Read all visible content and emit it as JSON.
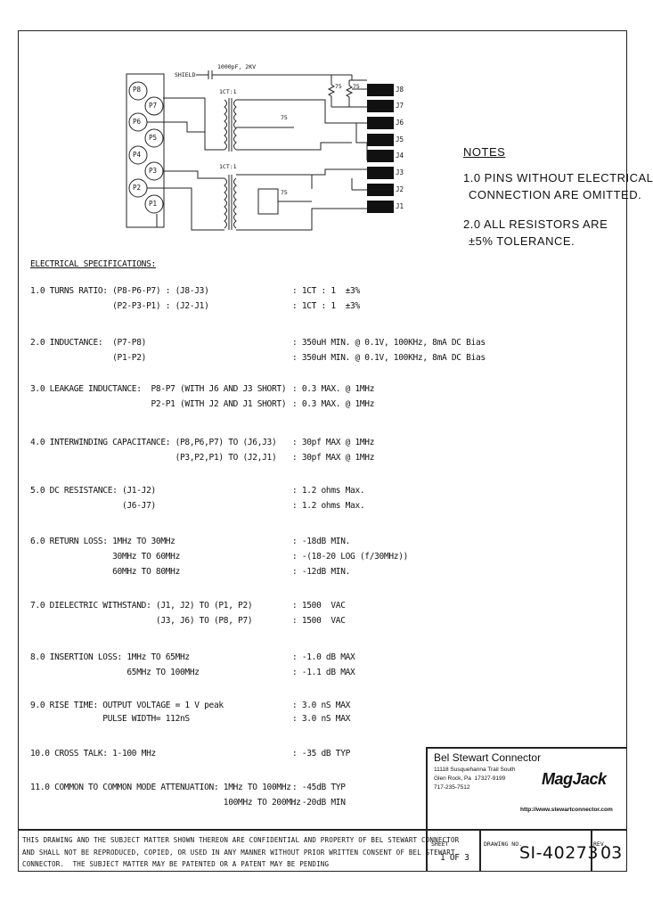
{
  "schematic": {
    "left_pins": [
      "P8",
      "P7",
      "P6",
      "P5",
      "P4",
      "P3",
      "P2",
      "P1"
    ],
    "right_pins": [
      "J8",
      "J7",
      "J6",
      "J5",
      "J4",
      "J3",
      "J2",
      "J1"
    ],
    "shield_label": "SHIELD",
    "cap_label": "1000pF, 2KV",
    "ratio_upper": "1CT:1",
    "ratio_lower": "1CT:1",
    "r75": "75"
  },
  "notes": {
    "title": "NOTES",
    "line1": "1.0 PINS WITHOUT ELECTRICAL",
    "line1b": "CONNECTION ARE OMITTED.",
    "line2": "2.0 ALL RESISTORS ARE",
    "line2b": "±5% TOLERANCE."
  },
  "specs": {
    "heading": "ELECTRICAL SPECIFICATIONS:",
    "rows": [
      {
        "l": "1.0 TURNS RATIO: (P8-P6-P7) : (J8-J3)",
        "v": ": 1CT : 1  ±3%"
      },
      {
        "l": "                 (P2-P3-P1) : (J2-J1)",
        "v": ": 1CT : 1  ±3%"
      },
      {
        "l": "2.0 INDUCTANCE:  (P7-P8)",
        "v": ": 350uH MIN. @ 0.1V, 100KHz, 8mA DC Bias"
      },
      {
        "l": "                 (P1-P2)",
        "v": ": 350uH MIN. @ 0.1V, 100KHz, 8mA DC Bias"
      },
      {
        "l": "3.0 LEAKAGE INDUCTANCE:  P8-P7 (WITH J6 AND J3 SHORT)",
        "v": ": 0.3 MAX. @ 1MHz"
      },
      {
        "l": "                         P2-P1 (WITH J2 AND J1 SHORT)",
        "v": ": 0.3 MAX. @ 1MHz"
      },
      {
        "l": "4.0 INTERWINDING CAPACITANCE: (P8,P6,P7) TO (J6,J3)",
        "v": ": 30pf MAX @ 1MHz"
      },
      {
        "l": "                              (P3,P2,P1) TO (J2,J1)",
        "v": ": 30pf MAX @ 1MHz"
      },
      {
        "l": "5.0 DC RESISTANCE: (J1-J2)",
        "v": ": 1.2 ohms Max."
      },
      {
        "l": "                   (J6-J7)",
        "v": ": 1.2 ohms Max."
      },
      {
        "l": "6.0 RETURN LOSS: 1MHz TO 30MHz",
        "v": ": -18dB MIN."
      },
      {
        "l": "                 30MHz TO 60MHz",
        "v": ": -(18-20 LOG (f/30MHz))"
      },
      {
        "l": "                 60MHz TO 80MHz",
        "v": ": -12dB MIN."
      },
      {
        "l": "7.0 DIELECTRIC WITHSTAND: (J1, J2) TO (P1, P2)",
        "v": ": 1500  VAC"
      },
      {
        "l": "                          (J3, J6) TO (P8, P7)",
        "v": ": 1500  VAC"
      },
      {
        "l": "8.0 INSERTION LOSS: 1MHz TO 65MHz",
        "v": ": -1.0 dB MAX"
      },
      {
        "l": "                    65MHz TO 100MHz",
        "v": ": -1.1 dB MAX"
      },
      {
        "l": "9.0 RISE TIME: OUTPUT VOLTAGE = 1 V peak",
        "v": ": 3.0 nS MAX"
      },
      {
        "l": "               PULSE WIDTH= 112nS",
        "v": ": 3.0 nS MAX"
      },
      {
        "l": "10.0 CROSS TALK: 1-100 MHz",
        "v": ": -35 dB TYP"
      },
      {
        "l": "11.0 COMMON TO COMMON MODE ATTENUATION: 1MHz TO 100MHz",
        "v": ": -45dB TYP"
      },
      {
        "l": "                                        100MHz TO 200MHz",
        "v": ": -20dB MIN"
      }
    ]
  },
  "company": {
    "name": "Bel Stewart Connector",
    "addr1": "11118 Susquehanna Trail South",
    "addr2": "Glen Rock, Pa  17327-9199",
    "phone": "717-235-7512",
    "logo": "MagJack",
    "url": "http://www.stewartconnector.com"
  },
  "footer": {
    "notice": "THIS DRAWING AND THE SUBJECT MATTER SHOWN THEREON ARE CONFIDENTIAL AND PROPERTY OF BEL STEWART CONNECTOR\nAND SHALL NOT BE REPRODUCED, COPIED, OR USED IN ANY MANNER WITHOUT PRIOR WRITTEN CONSENT OF BEL STEWART\nCONNECTOR.  THE SUBJECT MATTER MAY BE PATENTED OR A PATENT MAY BE PENDING",
    "sheet_label": "SHEET",
    "sheet_value": "1 OF 3",
    "drawing_label": "DRAWING NO.",
    "drawing_value": "SI-40273",
    "rev_label": "REV.",
    "rev_value": "03"
  }
}
